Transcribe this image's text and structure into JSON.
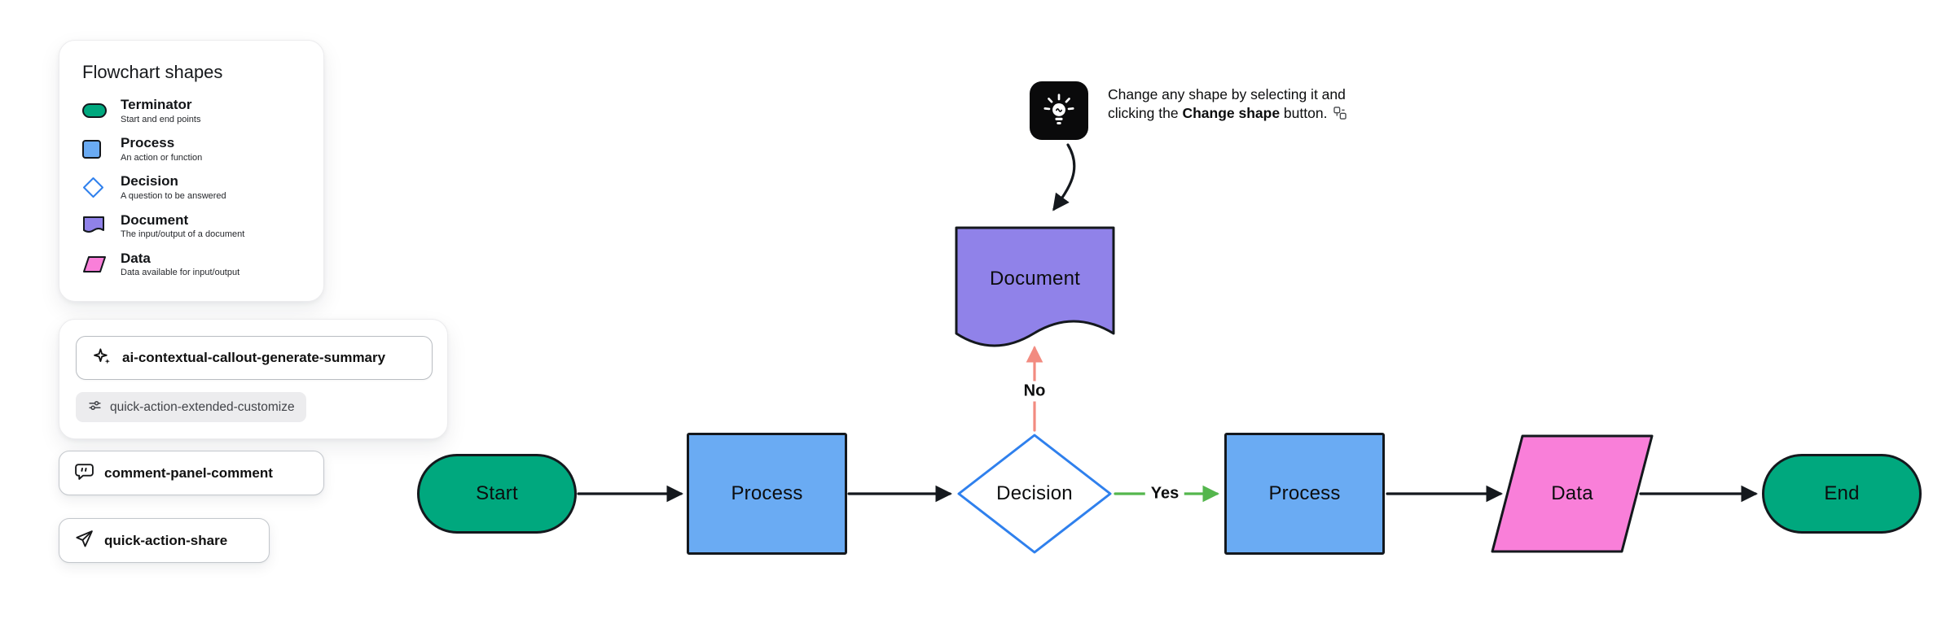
{
  "colors": {
    "teal": "#00a87e",
    "blue": "#6aabf3",
    "blue-stroke": "#2f80ed",
    "purple": "#9082e9",
    "pink": "#f97fd9",
    "ink": "#14181d",
    "green": "#54b64d",
    "salmon": "#f28b80"
  },
  "legend": {
    "title": "Flowchart shapes",
    "items": [
      {
        "name": "Terminator",
        "desc": "Start and end points",
        "icon": "terminator-shape-icon"
      },
      {
        "name": "Process",
        "desc": "An action or function",
        "icon": "process-shape-icon"
      },
      {
        "name": "Decision",
        "desc": "A question to be answered",
        "icon": "decision-shape-icon"
      },
      {
        "name": "Document",
        "desc": "The input/output of a document",
        "icon": "document-shape-icon"
      },
      {
        "name": "Data",
        "desc": "Data available for input/output",
        "icon": "data-shape-icon"
      }
    ]
  },
  "actions": {
    "ai_generate": "ai-contextual-callout-generate-summary",
    "customize": "quick-action-extended-customize",
    "comment": "comment-panel-comment",
    "share": "quick-action-share"
  },
  "tip": {
    "line1": "Change any shape by selecting it and",
    "line2_pre": "clicking the ",
    "line2_bold": "Change shape",
    "line2_post": " button."
  },
  "flowchart": {
    "nodes": [
      {
        "id": "start",
        "type": "terminator",
        "label": "Start"
      },
      {
        "id": "process-1",
        "type": "process",
        "label": "Process"
      },
      {
        "id": "decision",
        "type": "decision",
        "label": "Decision"
      },
      {
        "id": "process-2",
        "type": "process",
        "label": "Process"
      },
      {
        "id": "data",
        "type": "data",
        "label": "Data"
      },
      {
        "id": "end",
        "type": "terminator",
        "label": "End"
      },
      {
        "id": "document",
        "type": "document",
        "label": "Document"
      }
    ],
    "edges": [
      {
        "from": "start",
        "to": "process-1",
        "color": "black"
      },
      {
        "from": "process-1",
        "to": "decision",
        "color": "black"
      },
      {
        "from": "decision",
        "to": "process-2",
        "label": "Yes",
        "color": "green"
      },
      {
        "from": "process-2",
        "to": "data",
        "color": "black"
      },
      {
        "from": "data",
        "to": "end",
        "color": "black"
      },
      {
        "from": "decision",
        "to": "document",
        "label": "No",
        "color": "salmon"
      }
    ]
  }
}
